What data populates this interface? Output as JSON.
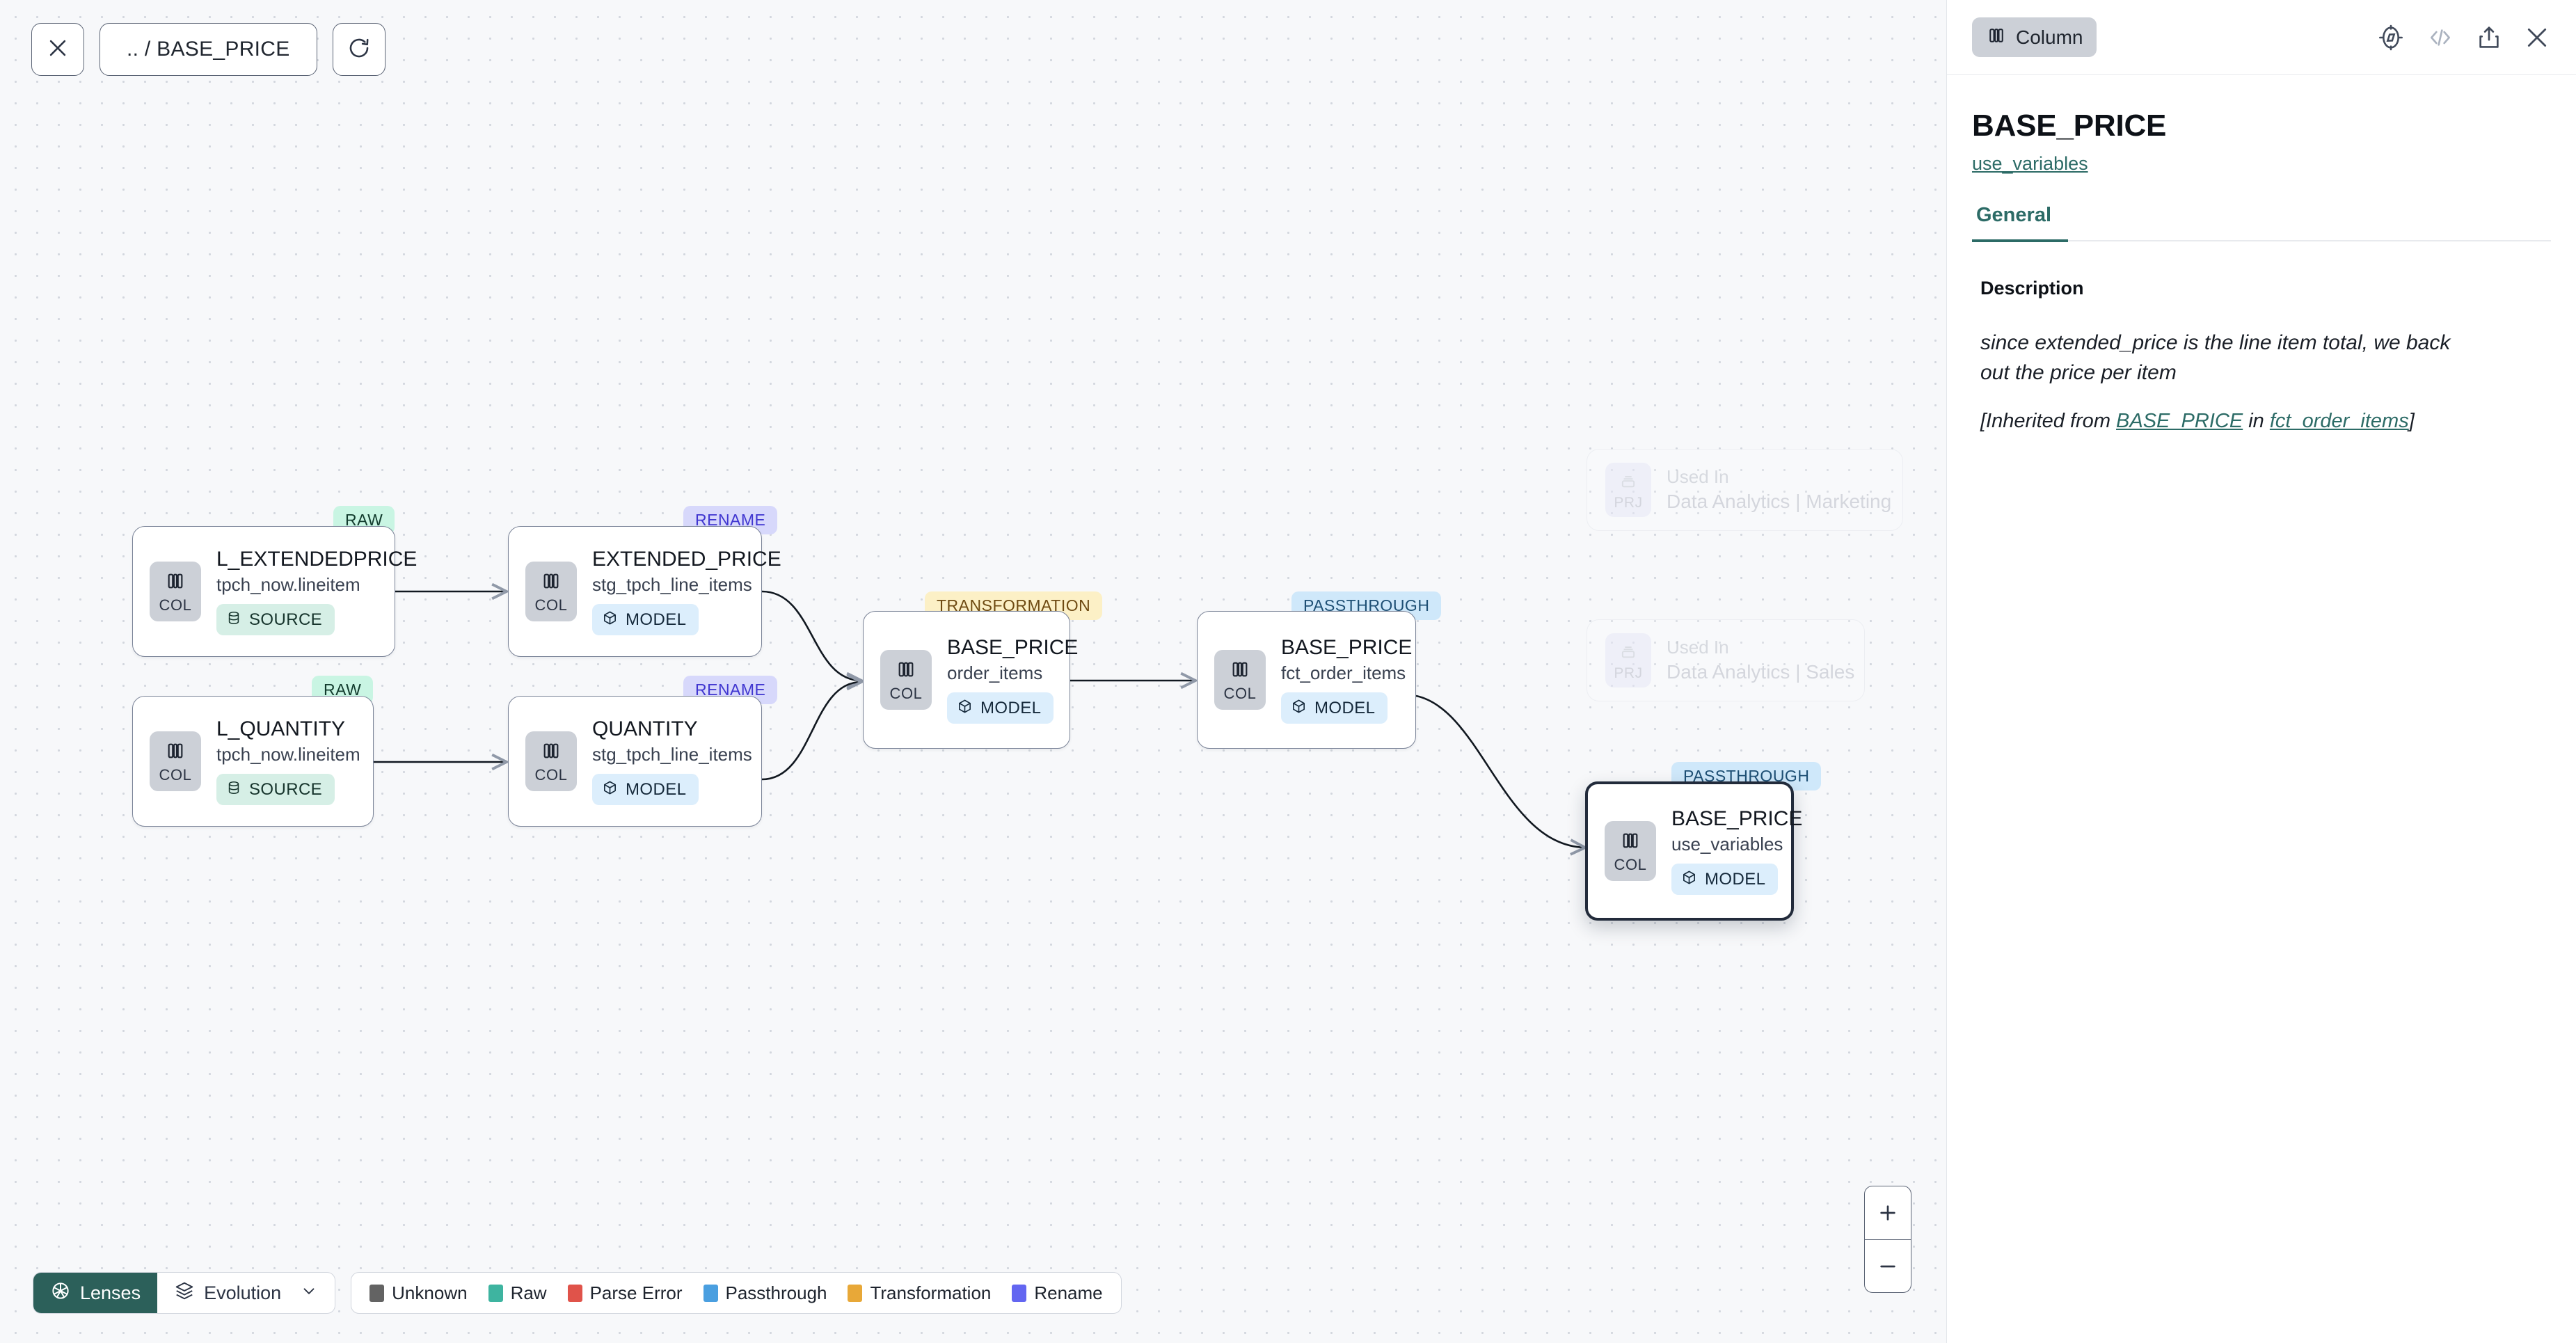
{
  "canvas": {
    "toolbar": {
      "close_label": "close-icon",
      "breadcrumb": ".. / BASE_PRICE",
      "refresh_label": "refresh-icon"
    },
    "nodes": [
      {
        "id": "l_extendedprice",
        "flag": "RAW",
        "chip": "COL",
        "title": "L_EXTENDEDPRICE",
        "subtitle": "tpch_now.lineitem",
        "kind": "SOURCE",
        "selected": false
      },
      {
        "id": "extended_price",
        "flag": "RENAME",
        "chip": "COL",
        "title": "EXTENDED_PRICE",
        "subtitle": "stg_tpch_line_items",
        "kind": "MODEL",
        "selected": false
      },
      {
        "id": "l_quantity",
        "flag": "RAW",
        "chip": "COL",
        "title": "L_QUANTITY",
        "subtitle": "tpch_now.lineitem",
        "kind": "SOURCE",
        "selected": false
      },
      {
        "id": "quantity",
        "flag": "RENAME",
        "chip": "COL",
        "title": "QUANTITY",
        "subtitle": "stg_tpch_line_items",
        "kind": "MODEL",
        "selected": false
      },
      {
        "id": "base_price_order_items",
        "flag": "TRANSFORMATION",
        "chip": "COL",
        "title": "BASE_PRICE",
        "subtitle": "order_items",
        "kind": "MODEL",
        "selected": false
      },
      {
        "id": "base_price_fct_order_items",
        "flag": "PASSTHROUGH",
        "chip": "COL",
        "title": "BASE_PRICE",
        "subtitle": "fct_order_items",
        "kind": "MODEL",
        "selected": false
      },
      {
        "id": "base_price_use_variables",
        "flag": "PASSTHROUGH",
        "chip": "COL",
        "title": "BASE_PRICE",
        "subtitle": "use_variables",
        "kind": "MODEL",
        "selected": true
      }
    ],
    "used_in_cards": [
      {
        "chip": "PRJ",
        "label": "Used In",
        "value": "Data Analytics | Marketing"
      },
      {
        "chip": "PRJ",
        "label": "Used In",
        "value": "Data Analytics | Sales"
      }
    ],
    "bottom_toolbar": {
      "lenses_label": "Lenses",
      "evolution_label": "Evolution",
      "legend": [
        {
          "label": "Unknown",
          "color": "#636363"
        },
        {
          "label": "Raw",
          "color": "#3eb4a0"
        },
        {
          "label": "Parse Error",
          "color": "#e0534a"
        },
        {
          "label": "Passthrough",
          "color": "#4a9fe0"
        },
        {
          "label": "Transformation",
          "color": "#e8a838"
        },
        {
          "label": "Rename",
          "color": "#6366f1"
        }
      ]
    },
    "zoom_controls": {
      "zoom_in": "+",
      "zoom_out": "–"
    }
  },
  "panel": {
    "type_chip": "Column",
    "icons": [
      "compass-icon",
      "code-icon",
      "share-icon",
      "close-icon"
    ],
    "title": "BASE_PRICE",
    "model_link": "use_variables",
    "tabs": [
      {
        "label": "General",
        "active": true
      }
    ],
    "description_label": "Description",
    "description_text": "since extended_price is the line item total, we back out the price per item",
    "inherited_prefix": "[Inherited from ",
    "inherited_link_1": "BASE_PRICE",
    "inherited_mid": " in ",
    "inherited_link_2": "fct_order_items",
    "inherited_suffix": "]"
  }
}
